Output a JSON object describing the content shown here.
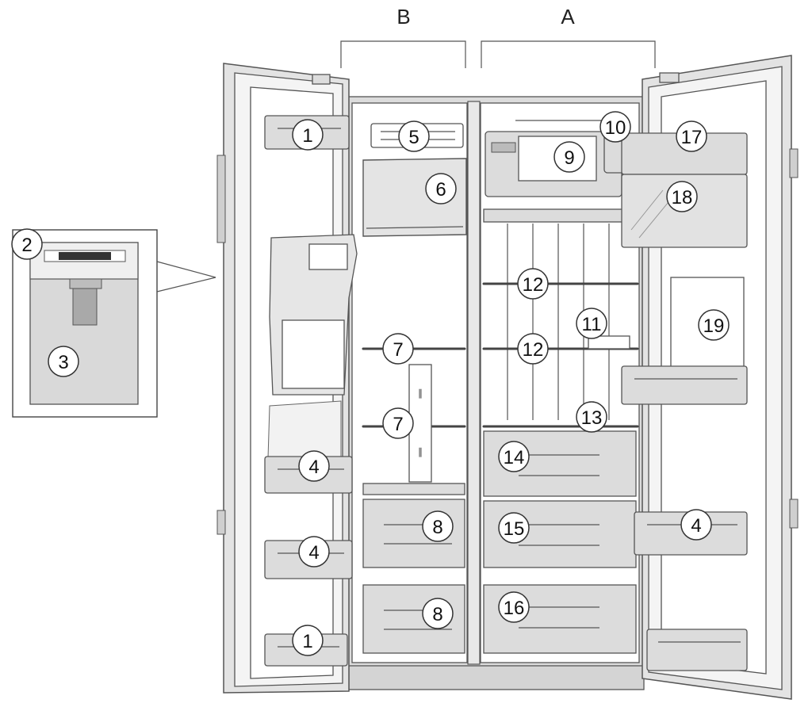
{
  "section_labels": [
    {
      "id": "B",
      "text": "B"
    },
    {
      "id": "A",
      "text": "A"
    }
  ],
  "callouts": [
    {
      "id": "c1a",
      "label": "1"
    },
    {
      "id": "c1b",
      "label": "1"
    },
    {
      "id": "c2",
      "label": "2"
    },
    {
      "id": "c3",
      "label": "3"
    },
    {
      "id": "c4a",
      "label": "4"
    },
    {
      "id": "c4b",
      "label": "4"
    },
    {
      "id": "c4c",
      "label": "4"
    },
    {
      "id": "c5",
      "label": "5"
    },
    {
      "id": "c6",
      "label": "6"
    },
    {
      "id": "c7a",
      "label": "7"
    },
    {
      "id": "c7b",
      "label": "7"
    },
    {
      "id": "c8a",
      "label": "8"
    },
    {
      "id": "c8b",
      "label": "8"
    },
    {
      "id": "c9",
      "label": "9"
    },
    {
      "id": "c10",
      "label": "10"
    },
    {
      "id": "c11",
      "label": "11"
    },
    {
      "id": "c12a",
      "label": "12"
    },
    {
      "id": "c12b",
      "label": "12"
    },
    {
      "id": "c13",
      "label": "13"
    },
    {
      "id": "c14",
      "label": "14"
    },
    {
      "id": "c15",
      "label": "15"
    },
    {
      "id": "c16",
      "label": "16"
    },
    {
      "id": "c17",
      "label": "17"
    },
    {
      "id": "c18",
      "label": "18"
    },
    {
      "id": "c19",
      "label": "19"
    }
  ]
}
